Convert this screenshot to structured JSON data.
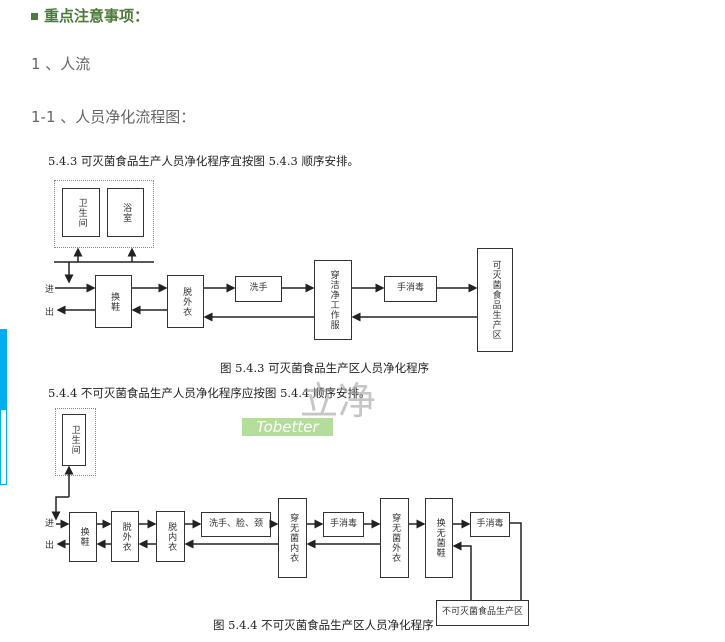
{
  "heading": "重点注意事项：",
  "section1": "1 、人流",
  "section1_1": "1-1 、人员净化流程图：",
  "diagram1": {
    "title": "5.4.3 可灭菌食品生产人员净化程序宜按图 5.4.3 顺序安排。",
    "in": "进",
    "out": "出",
    "toilet": "卫生间",
    "bath": "浴室",
    "shoes": "换鞋",
    "remove_coat": "脱外衣",
    "wash_hands": "洗手",
    "clean_suit": "穿洁净工作服",
    "hand_disinfect": "手消毒",
    "zone": "可灭菌食品生产区",
    "caption": "图 5.4.3 可灭菌食品生产区人员净化程序"
  },
  "diagram2": {
    "title": "5.4.4 不可灭菌食品生产人员净化程序应按图 5.4.4 顺序安排。",
    "in": "进",
    "out": "出",
    "toilet": "卫生间",
    "shoes": "换鞋",
    "remove_coat": "脱外衣",
    "remove_under": "脱内衣",
    "wash": "洗手、脸、颈",
    "sterile_under": "穿无菌内衣",
    "hand_disinfect1": "手消毒",
    "sterile_coat": "穿无菌外衣",
    "sterile_shoes": "换无菌鞋",
    "hand_disinfect2": "手消毒",
    "zone": "不可灭菌食品生产区",
    "caption": "图 5.4.4 不可灭菌食品生产区人员净化程序"
  },
  "watermark": {
    "cn": "立净",
    "en": "Tobetter"
  },
  "colors": {
    "heading": "#4e7a3a",
    "tab": "#00aeef"
  }
}
